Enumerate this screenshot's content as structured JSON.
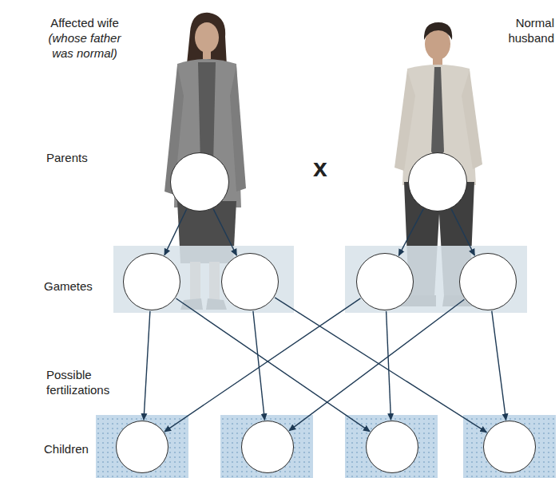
{
  "diagram": {
    "nodes": [
      {
        "text": []
      },
      {
        "text": []
      },
      {
        "text": []
      },
      {
        "text": []
      },
      {
        "text": []
      },
      {
        "text": []
      },
      {
        "text": []
      },
      {
        "text": []
      },
      {
        "text": []
      },
      {
        "text": []
      }
    ],
    "edges": [
      {
        "from": 0,
        "to": 2,
        "arrow": "to"
      },
      {
        "from": 0,
        "to": 3,
        "arrow": "to"
      },
      {
        "from": 1,
        "to": 4,
        "arrow": "to"
      },
      {
        "from": 1,
        "to": 5,
        "arrow": "to"
      },
      {
        "from": 2,
        "to": 6,
        "arrow": "to"
      },
      {
        "from": 2,
        "to": 8,
        "arrow": "to"
      },
      {
        "from": 3,
        "to": 7,
        "arrow": "to"
      },
      {
        "from": 3,
        "to": 9,
        "arrow": "to"
      },
      {
        "from": 4,
        "to": 6,
        "arrow": "to"
      },
      {
        "from": 4,
        "to": 8,
        "arrow": "to"
      },
      {
        "from": 5,
        "to": 7,
        "arrow": "to"
      },
      {
        "from": 5,
        "to": 9,
        "arrow": "to"
      }
    ],
    "labels": [
      "Affected wife",
      "(whose father was normal)",
      "Normal husband",
      "Parents",
      "x",
      "Gametes",
      "Possible fertilizations",
      "Children"
    ]
  }
}
